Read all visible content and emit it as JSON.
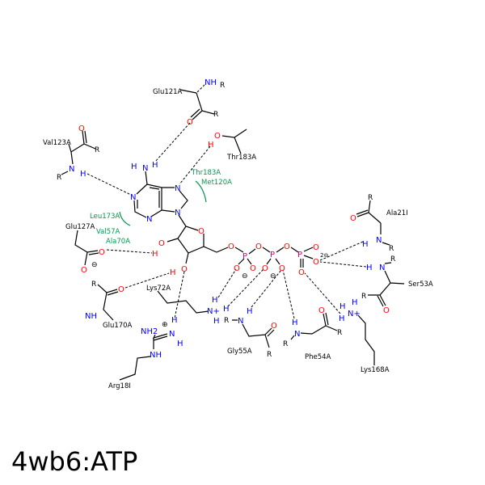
{
  "title": "4wb6:ATP",
  "residues": {
    "glu121": "Glu121A",
    "val123": "Val123A",
    "thr183": "Thr183A",
    "glu127": "Glu127A",
    "ala21": "Ala21I",
    "ser53": "Ser53A",
    "lys168": "Lys168A",
    "phe54": "Phe54A",
    "gly55": "Gly55A",
    "lys72": "Lys72A",
    "glu170": "Glu170A",
    "arg18": "Arg18I"
  },
  "hydrophobic": {
    "thr183": "Thr183A",
    "met120": "Met120A",
    "leu173": "Leu173A",
    "val57": "Val57A",
    "ala70": "Ala70A"
  },
  "atoms": {
    "N": "N",
    "O": "O",
    "H": "H",
    "P": "P",
    "R": "R",
    "NH": "NH",
    "NH2": "NH2",
    "Nplus": "N+",
    "minus": "⊖",
    "plus": "⊕",
    "two_minus": "2⊖"
  },
  "colors": {
    "nitrogen": "#0000ff",
    "oxygen": "#ff0000",
    "phosphorus": "#e0007a",
    "hydrophobic": "#00994c"
  }
}
